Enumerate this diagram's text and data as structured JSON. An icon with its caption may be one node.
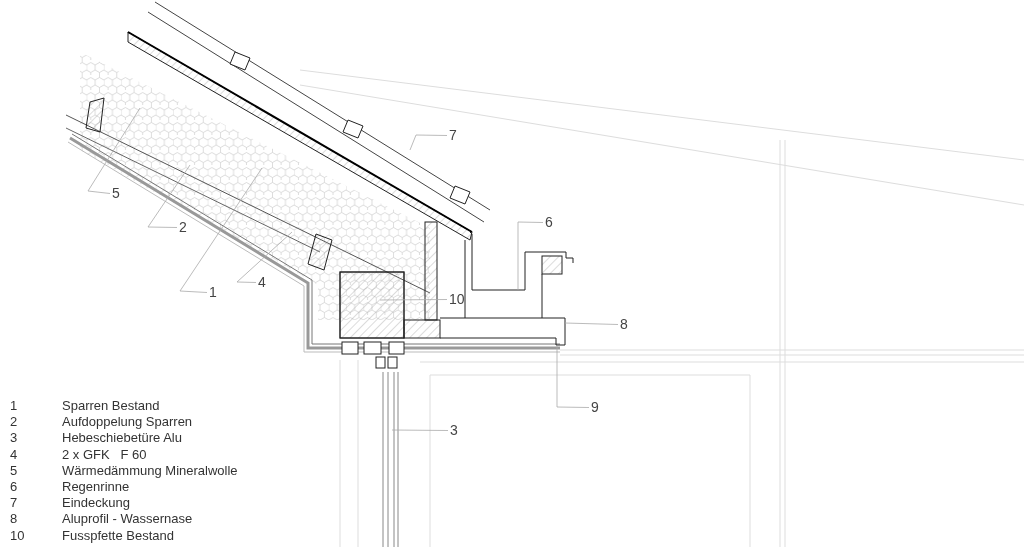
{
  "diagram": {
    "nodes": [
      {
        "text": [
          "7"
        ]
      },
      {
        "text": [
          "6"
        ]
      },
      {
        "text": [
          "5"
        ]
      },
      {
        "text": [
          "2"
        ]
      },
      {
        "text": [
          "1"
        ]
      },
      {
        "text": [
          "4"
        ]
      },
      {
        "text": [
          "10"
        ]
      },
      {
        "text": [
          "8"
        ]
      },
      {
        "text": [
          "9"
        ]
      },
      {
        "text": [
          "3"
        ]
      }
    ],
    "edges": [
      {
        "from": 0,
        "to": null,
        "arrow": "none"
      },
      {
        "from": 1,
        "to": null,
        "arrow": "none"
      },
      {
        "from": 2,
        "to": null,
        "arrow": "none"
      },
      {
        "from": 3,
        "to": null,
        "arrow": "none"
      },
      {
        "from": 4,
        "to": null,
        "arrow": "none"
      },
      {
        "from": 5,
        "to": null,
        "arrow": "none"
      },
      {
        "from": 6,
        "to": null,
        "arrow": "none"
      },
      {
        "from": 7,
        "to": null,
        "arrow": "none"
      },
      {
        "from": 8,
        "to": null,
        "arrow": "none"
      },
      {
        "from": 9,
        "to": null,
        "arrow": "none"
      }
    ],
    "labels": [
      "1",
      "Sparren Bestand",
      "2",
      "Aufdoppelung Sparren",
      "3",
      "Hebeschiebetüre Alu",
      "4",
      "2 x GFK   F 60",
      "5",
      "Wärmedämmung Mineralwolle",
      "6",
      "Regenrinne",
      "7",
      "Eindeckung",
      "8",
      "Aluprofil - Wassernase",
      "10",
      "Fusspfette Bestand"
    ]
  }
}
